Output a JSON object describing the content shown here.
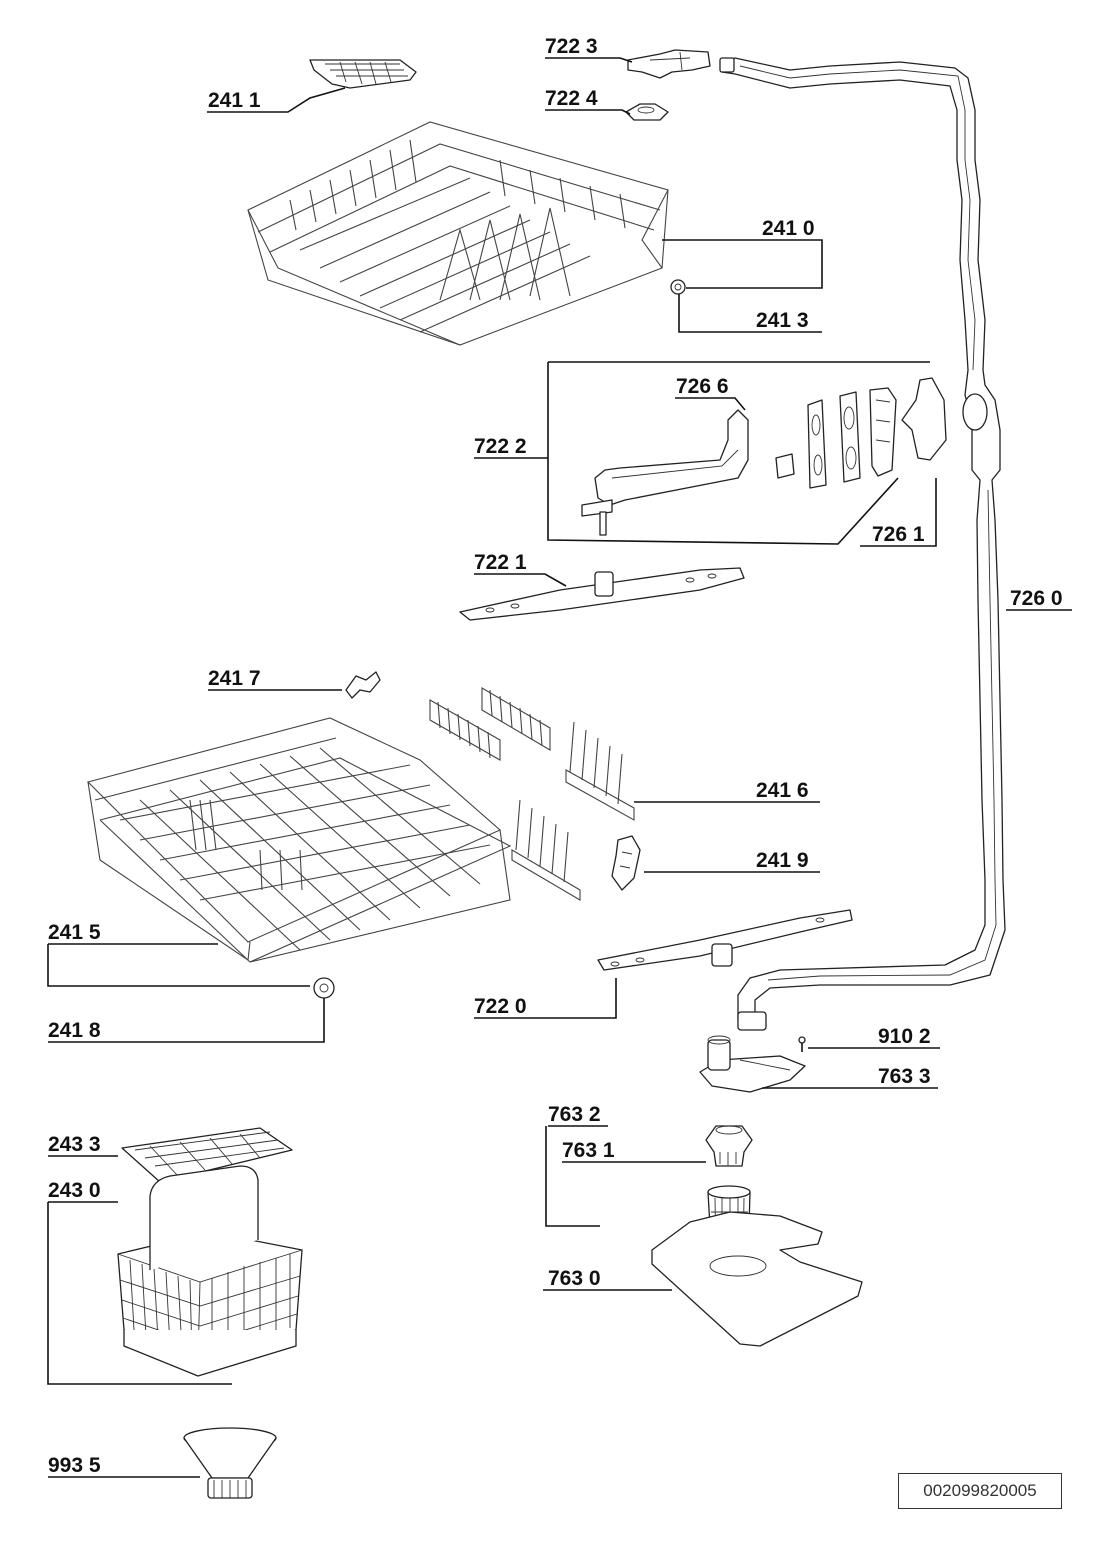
{
  "labels": {
    "l7223": "722 3",
    "l7224": "722 4",
    "l2411": "241 1",
    "l2410": "241 0",
    "l2413": "241 3",
    "l7266": "726 6",
    "l7222": "722 2",
    "l7261": "726 1",
    "l7221": "722 1",
    "l7260": "726 0",
    "l2417": "241 7",
    "l2416": "241 6",
    "l2419": "241 9",
    "l2415": "241 5",
    "l2418": "241 8",
    "l7220": "722 0",
    "l9102": "910 2",
    "l7633": "763 3",
    "l7632": "763 2",
    "l7631": "763 1",
    "l2433": "243 3",
    "l2430": "243 0",
    "l7630": "763 0",
    "l9935": "993 5"
  },
  "reference_code": "002099820005"
}
